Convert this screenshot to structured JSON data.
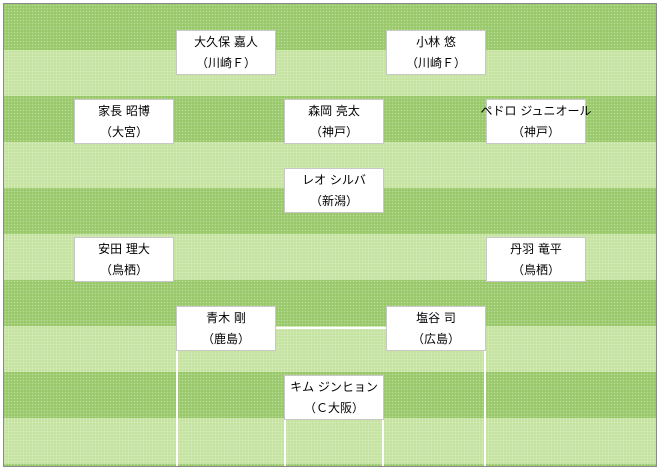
{
  "pitch": {
    "stripe_dark": "#99c96b",
    "stripe_light": "#c7e3a2",
    "line_color": "#ffffff"
  },
  "players": [
    {
      "name": "大久保 嘉人",
      "team": "（川崎Ｆ）"
    },
    {
      "name": "小林 悠",
      "team": "（川崎Ｆ）"
    },
    {
      "name": "家長 昭博",
      "team": "（大宮）"
    },
    {
      "name": "森岡 亮太",
      "team": "（神戸）"
    },
    {
      "name": "ペドロ ジュニオール",
      "team": "（神戸）"
    },
    {
      "name": "レオ シルバ",
      "team": "（新潟）"
    },
    {
      "name": "安田 理大",
      "team": "（鳥栖）"
    },
    {
      "name": "丹羽 竜平",
      "team": "（鳥栖）"
    },
    {
      "name": "青木 剛",
      "team": "（鹿島）"
    },
    {
      "name": "塩谷 司",
      "team": "（広島）"
    },
    {
      "name": "キム ジンヒョン",
      "team": "（Ｃ大阪）"
    }
  ]
}
